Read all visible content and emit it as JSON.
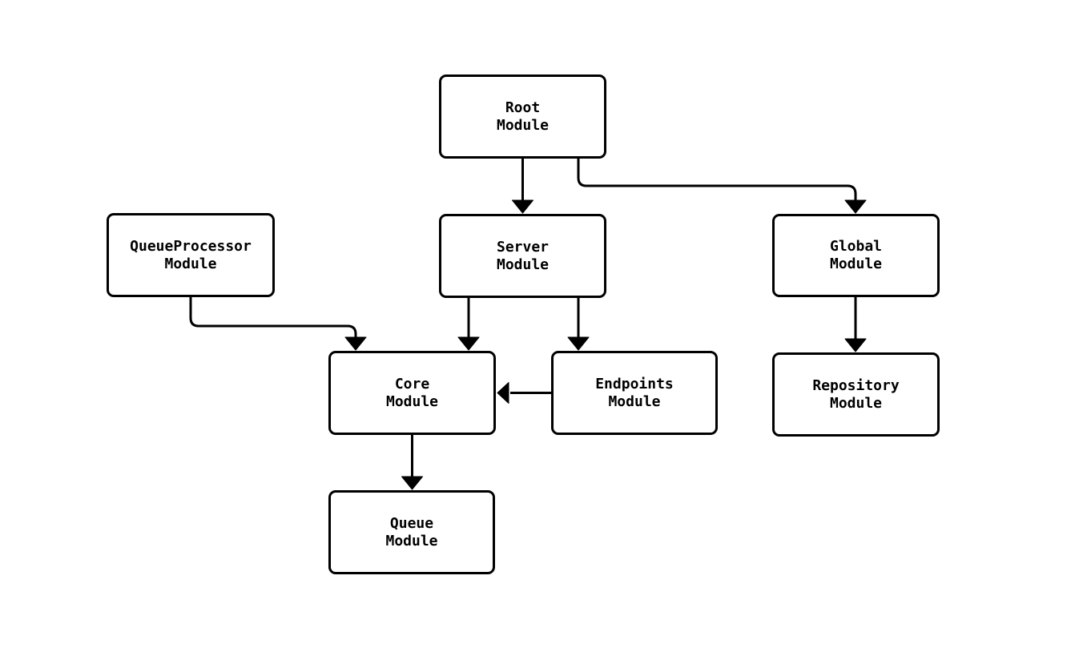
{
  "diagram": {
    "type": "flowchart",
    "colors": {
      "background": "#ffffff",
      "node_fill": "#ffffff",
      "node_border": "#000000",
      "edge": "#000000",
      "text": "#000000"
    },
    "nodes": [
      {
        "id": "root",
        "label": "Root\nModule"
      },
      {
        "id": "server",
        "label": "Server\nModule"
      },
      {
        "id": "queueprocessor",
        "label": "QueueProcessor\nModule"
      },
      {
        "id": "global",
        "label": "Global\nModule"
      },
      {
        "id": "core",
        "label": "Core\nModule"
      },
      {
        "id": "endpoints",
        "label": "Endpoints\nModule"
      },
      {
        "id": "repository",
        "label": "Repository\nModule"
      },
      {
        "id": "queue",
        "label": "Queue\nModule"
      }
    ],
    "edges": [
      {
        "from": "root",
        "to": "server"
      },
      {
        "from": "root",
        "to": "global"
      },
      {
        "from": "queueprocessor",
        "to": "core"
      },
      {
        "from": "server",
        "to": "core"
      },
      {
        "from": "server",
        "to": "endpoints"
      },
      {
        "from": "endpoints",
        "to": "core"
      },
      {
        "from": "core",
        "to": "queue"
      },
      {
        "from": "global",
        "to": "repository"
      }
    ]
  }
}
